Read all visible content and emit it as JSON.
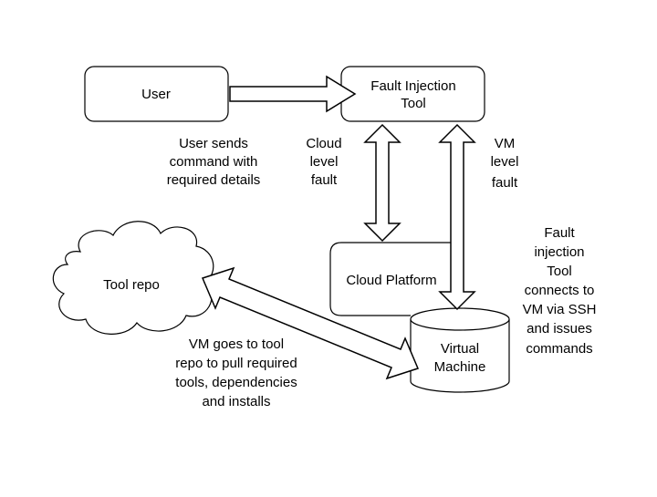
{
  "nodes": {
    "user": "User",
    "fault_tool": [
      "Fault Injection",
      "Tool"
    ],
    "cloud_platform": "Cloud Platform",
    "virtual_machine": [
      "Virtual",
      "Machine"
    ],
    "tool_repo": "Tool repo"
  },
  "labels": {
    "user_sends": [
      "User sends",
      "command with",
      "required details"
    ],
    "cloud_fault": [
      "Cloud",
      "level",
      "fault"
    ],
    "vm_fault": [
      "VM",
      "level",
      "fault"
    ],
    "ssh": [
      "Fault",
      "injection",
      "Tool",
      "connects to",
      "VM via SSH",
      "and issues",
      "commands"
    ],
    "repo_pull": [
      "VM goes to tool",
      "repo to pull required",
      "tools, dependencies",
      "and installs"
    ]
  }
}
